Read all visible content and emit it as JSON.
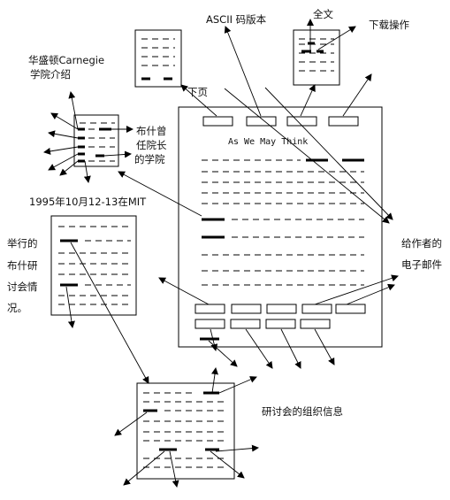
{
  "labels": {
    "carnegie_line1": "华盛顿Carnegie",
    "carnegie_line2": "学院介绍",
    "ascii": "ASCII 码版本",
    "fulltext": "全文",
    "download": "下载操作",
    "next_page": "下页",
    "bush_line1": "布什曾",
    "bush_line2": "任院长",
    "bush_line3": "的学院",
    "page_title": "As We May Think",
    "mit_meeting": "1995年10月12-13在MIT",
    "held_line1": "举行的",
    "held_line2": "布什研",
    "held_line3": "讨会情",
    "held_line4": "况。",
    "email_line1": "给作者的",
    "email_line2": "电子邮件",
    "seminar_org": "研讨会的组织信息"
  }
}
